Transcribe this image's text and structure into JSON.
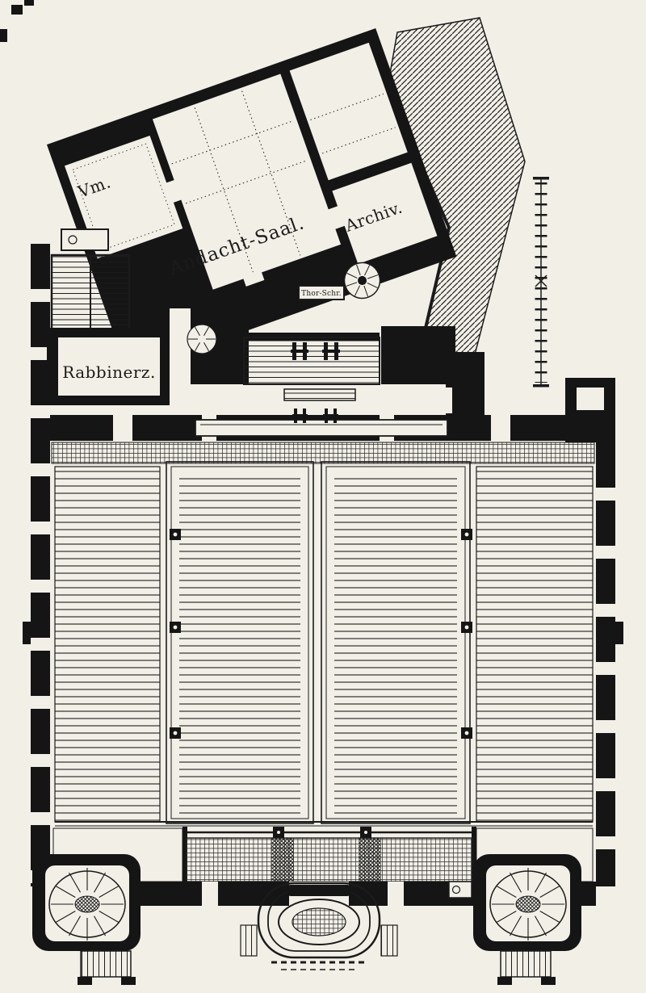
{
  "figure": {
    "type": "architectural floor plan",
    "style": "engraved black-ink line drawing on aged paper",
    "colors": {
      "ink": "#1b1b1b",
      "paper": "#f2efe7"
    }
  },
  "labels": {
    "vm": "Vm.",
    "andacht_saal": "Andacht-Saal.",
    "archiv": "Archiv.",
    "rabbinerz": "Rabbinerz.",
    "thor_schrein": "Thor-Schr."
  }
}
